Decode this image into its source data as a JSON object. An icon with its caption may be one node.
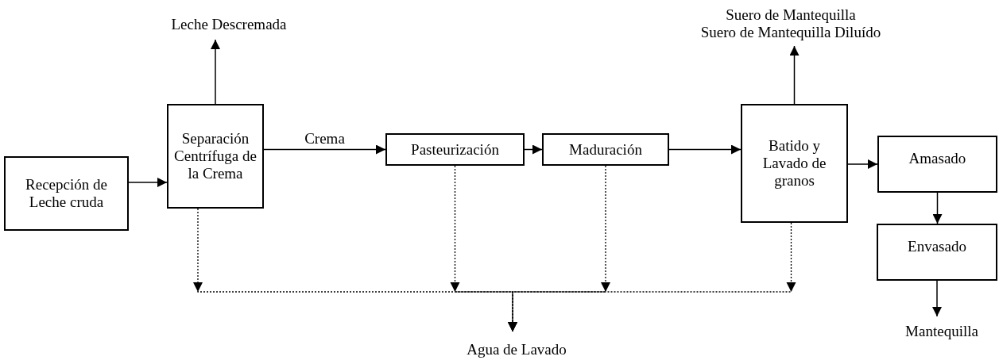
{
  "diagram": {
    "nodes": [
      {
        "text": [
          "Recepción de Leche cruda"
        ]
      },
      {
        "text": [
          "Separación Centrífuga de la Crema"
        ]
      },
      {
        "text": [
          "Leche Descremada"
        ]
      },
      {
        "text": [
          "Pasteurización"
        ]
      },
      {
        "text": [
          "Maduración"
        ]
      },
      {
        "text": [
          "Batido y Lavado de granos"
        ]
      },
      {
        "text": [
          "Suero de Mantequilla",
          "Suero de Mantequilla Diluído"
        ]
      },
      {
        "text": [
          "Amasado"
        ]
      },
      {
        "text": [
          "Envasado"
        ]
      },
      {
        "text": [
          "Mantequilla"
        ]
      },
      {
        "text": [
          "Agua de Lavado"
        ]
      }
    ],
    "edges": [
      {
        "from": 0,
        "to": 1,
        "arrow": "to"
      },
      {
        "from": 1,
        "to": 2,
        "arrow": "to"
      },
      {
        "from": 1,
        "to": 3,
        "arrow": "to",
        "label": "Crema"
      },
      {
        "from": 3,
        "to": 4,
        "arrow": "to"
      },
      {
        "from": 4,
        "to": 5,
        "arrow": "to"
      },
      {
        "from": 5,
        "to": 6,
        "arrow": "to"
      },
      {
        "from": 5,
        "to": 7,
        "arrow": "to"
      },
      {
        "from": 7,
        "to": 8,
        "arrow": "to"
      },
      {
        "from": 8,
        "to": 9,
        "arrow": "to"
      },
      {
        "from": 1,
        "to": 10,
        "arrow": "to",
        "style": "dashed"
      },
      {
        "from": 3,
        "to": 10,
        "arrow": "to",
        "style": "dashed"
      },
      {
        "from": 4,
        "to": 10,
        "arrow": "to",
        "style": "dashed"
      },
      {
        "from": 5,
        "to": 10,
        "arrow": "to",
        "style": "dashed"
      }
    ]
  }
}
